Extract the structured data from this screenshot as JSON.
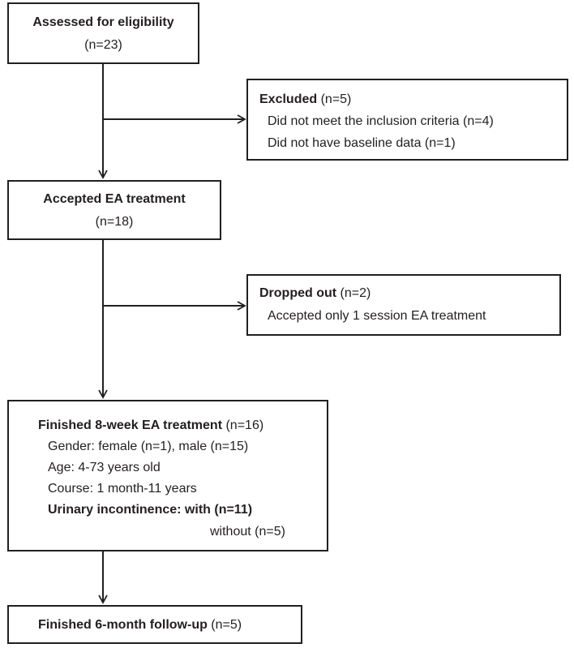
{
  "assessed": {
    "title": "Assessed for eligibility",
    "count": "(n=23)"
  },
  "excluded": {
    "title": "Excluded",
    "count": " (n=5)",
    "reasons": [
      "Did not meet the inclusion criteria (n=4)",
      "Did not have baseline data (n=1)"
    ]
  },
  "accepted": {
    "title": "Accepted EA treatment",
    "count": "(n=18)"
  },
  "dropped": {
    "title": "Dropped out",
    "count": " (n=2)",
    "reasons": [
      "Accepted only 1 session EA treatment"
    ]
  },
  "finished8": {
    "title": "Finished 8-week EA treatment",
    "count": " (n=16)",
    "gender": "Gender: female (n=1), male (n=15)",
    "age": "Age: 4-73 years old",
    "course": "Course: 1 month-11 years",
    "ui_with": "Urinary incontinence: with (n=11)",
    "ui_without": "without (n=5)"
  },
  "finished6": {
    "title": "Finished 6-month follow-up",
    "count": " (n=5)"
  }
}
